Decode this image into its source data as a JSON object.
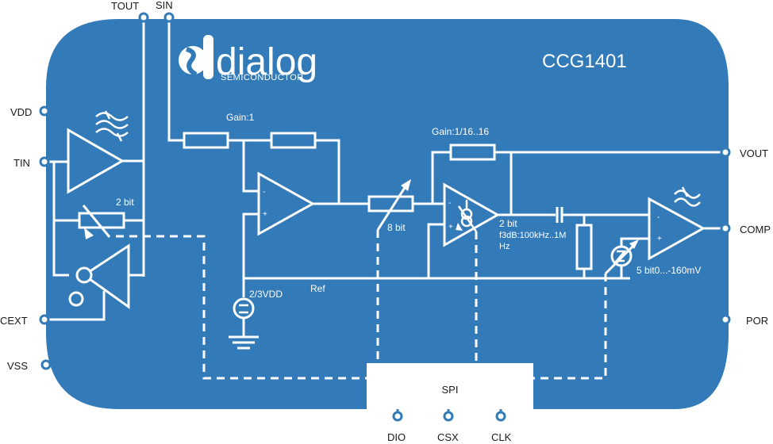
{
  "colors": {
    "chip_body": "#337ab8",
    "wire": "#ffffff",
    "pin_label": "#1a1a1a",
    "spi_block": "#ffffff"
  },
  "logo": {
    "brand": "dialog",
    "tagline": "SEMICONDUCTOR"
  },
  "chip": {
    "part_number": "CCG1401"
  },
  "pins": {
    "tout": "TOUT",
    "sin": "SIN",
    "vdd": "VDD",
    "tin": "TIN",
    "cext": "CEXT",
    "vss": "VSS",
    "vout": "VOUT",
    "comp": "COMP",
    "por": "POR",
    "dio": "DIO",
    "csx": "CSX",
    "clk": "CLK"
  },
  "blocks": {
    "spi": "SPI"
  },
  "annotations": {
    "gain_stage1": "Gain:1",
    "gain_stage2": "Gain:1/16..16",
    "tin_trim_bits": "2 bit",
    "pot_bits": "8 bit",
    "filter_bits": "2 bit",
    "filter_f3db_line1": "f3dB:100kHz..1M",
    "filter_f3db_line2": "Hz",
    "comp_offset": "5 bit0...-160mV",
    "ref_voltage": "2/3VDD",
    "ref_net": "Ref",
    "minus": "-",
    "plus": "+"
  },
  "icons": {
    "filter_symbol": "lowpass-wave-icon",
    "opamp": "triangle-amplifier-icon",
    "variable_resistor": "potentiometer-icon",
    "voltage_source": "voltage-source-icon",
    "ground": "ground-icon",
    "capacitor": "capacitor-icon",
    "current_source": "current-source-icon"
  }
}
